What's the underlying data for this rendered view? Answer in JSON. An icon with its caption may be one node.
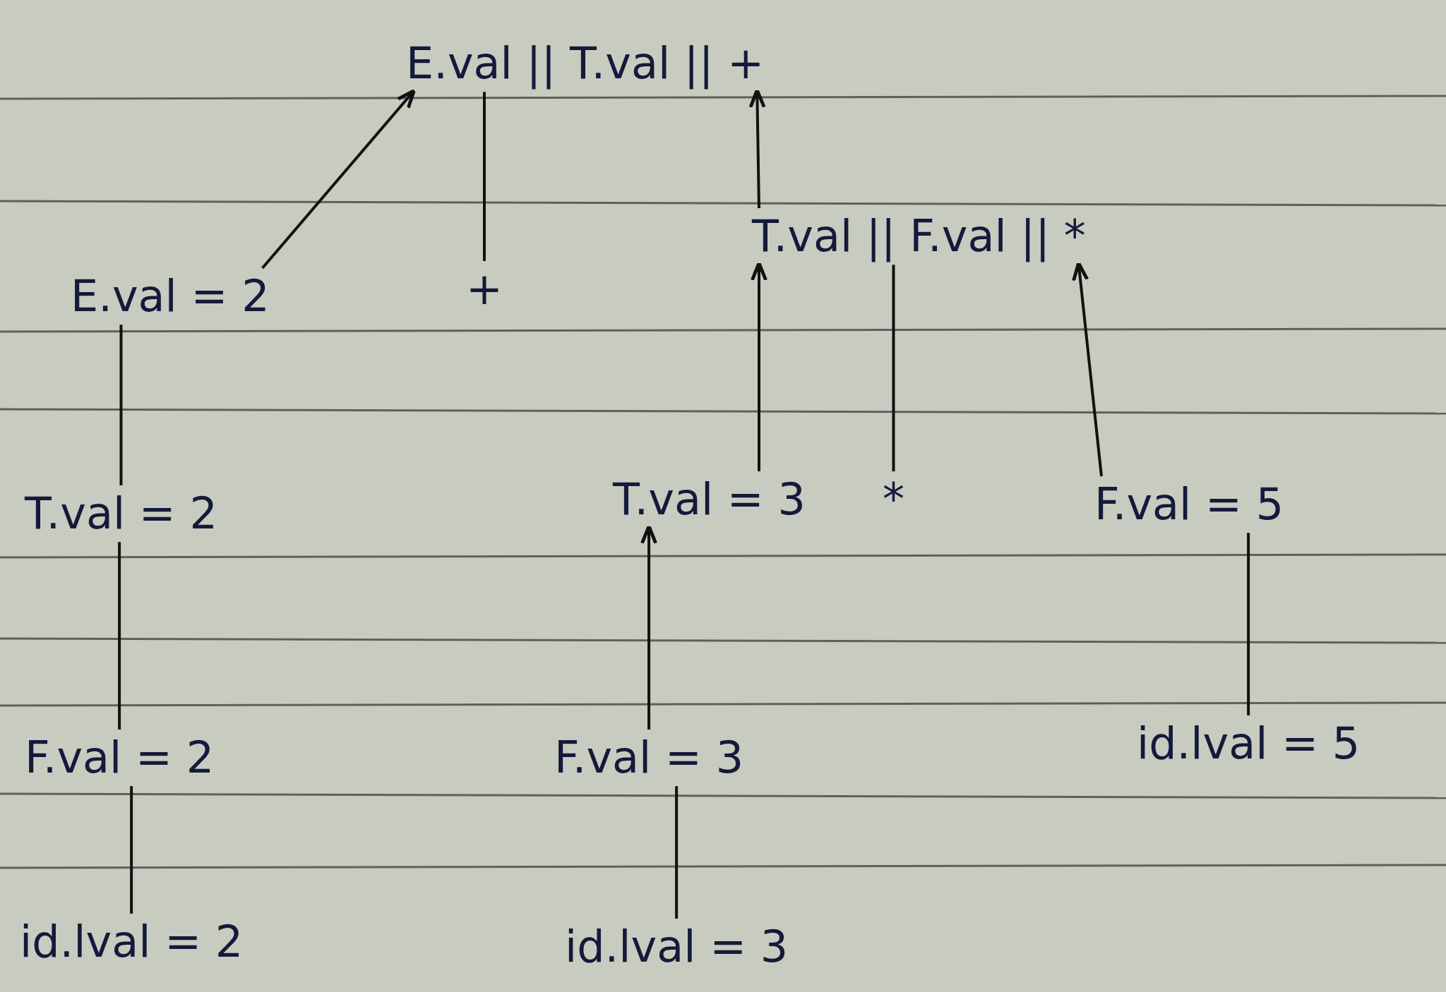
{
  "diagram": {
    "nodes": [
      {
        "text": [
          "E.val || T.val || +"
        ]
      },
      {
        "text": [
          "E.val = 2"
        ]
      },
      {
        "text": [
          "+"
        ]
      },
      {
        "text": [
          "T.val || F.val || *"
        ]
      },
      {
        "text": [
          "T.val = 2"
        ]
      },
      {
        "text": [
          "T.val = 3"
        ]
      },
      {
        "text": [
          "*"
        ]
      },
      {
        "text": [
          "F.val = 5"
        ]
      },
      {
        "text": [
          "F.val = 2"
        ]
      },
      {
        "text": [
          "F.val = 3"
        ]
      },
      {
        "text": [
          "id.lval = 5"
        ]
      },
      {
        "text": [
          "id.lval = 2"
        ]
      },
      {
        "text": [
          "id.lval = 3"
        ]
      }
    ],
    "edges": [
      {
        "from": 1,
        "to": 0,
        "arrow": "to"
      },
      {
        "from": 2,
        "to": 0,
        "arrow": "none"
      },
      {
        "from": 3,
        "to": 0,
        "arrow": "to"
      },
      {
        "from": 5,
        "to": 3,
        "arrow": "to"
      },
      {
        "from": 6,
        "to": 3,
        "arrow": "none"
      },
      {
        "from": 7,
        "to": 3,
        "arrow": "to"
      },
      {
        "from": 4,
        "to": 1,
        "arrow": "none"
      },
      {
        "from": 8,
        "to": 4,
        "arrow": "none"
      },
      {
        "from": 9,
        "to": 5,
        "arrow": "to"
      },
      {
        "from": 10,
        "to": 7,
        "arrow": "none"
      },
      {
        "from": 11,
        "to": 8,
        "arrow": "none"
      },
      {
        "from": 12,
        "to": 9,
        "arrow": "none"
      }
    ]
  }
}
